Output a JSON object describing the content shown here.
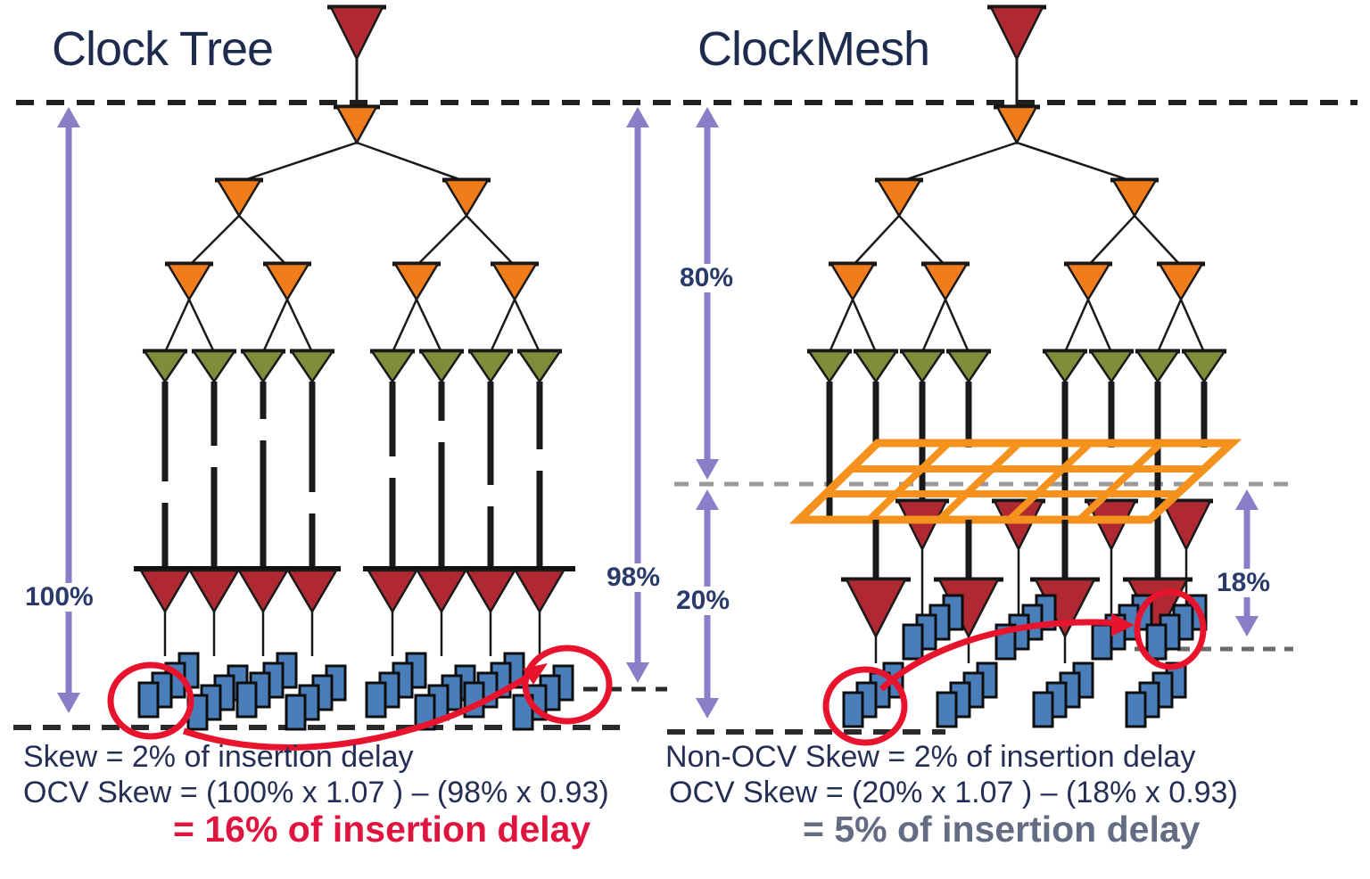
{
  "titles": {
    "left": "Clock Tree",
    "right": "Clock Mesh"
  },
  "labels": {
    "left_total_pct": "100%",
    "left_skew_pct": "98%",
    "right_tree_pct": "80%",
    "right_mesh_pct": "20%",
    "right_skew_pct": "18%"
  },
  "formulas": {
    "left": [
      "Skew = 2% of insertion delay",
      "OCV Skew = (100% x 1.07 ) – (98% x 0.93)",
      "= 16% of insertion delay"
    ],
    "right": [
      "Non-OCV Skew = 2% of insertion delay",
      "OCV Skew = (20% x 1.07 ) – (18% x 0.93)",
      "= 5% of insertion delay"
    ]
  },
  "colors": {
    "buffer_red": "#b02832",
    "buffer_orange": "#f07d1a",
    "buffer_olive": "#7f8c3a",
    "mesh_orange": "#f5921e",
    "ff_blue": "#4a7ebb",
    "arrow_purple": "#8b7dc8",
    "annotation_red": "#e8142e",
    "wire_black": "#111111",
    "dash_dark": "#2a2a2a",
    "dash_gray": "#9a9a9a"
  }
}
